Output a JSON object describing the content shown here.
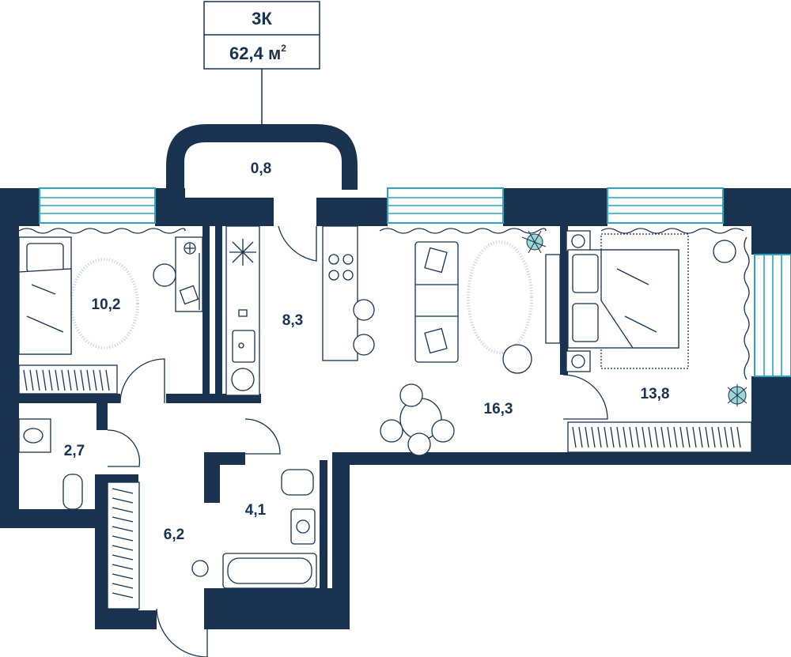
{
  "badge": {
    "type": "3К",
    "area_value": "62,4 м",
    "area_sup": "2"
  },
  "rooms": {
    "balcony": "0,8",
    "bedroom_small": "10,2",
    "kitchen": "8,3",
    "living": "16,3",
    "bedroom_master": "13,8",
    "wc": "2,7",
    "hall": "6,2",
    "bathroom": "4,1"
  },
  "colors": {
    "wall": "#183250",
    "window": "#2aa5c4",
    "plant": "#9fd8d2"
  }
}
